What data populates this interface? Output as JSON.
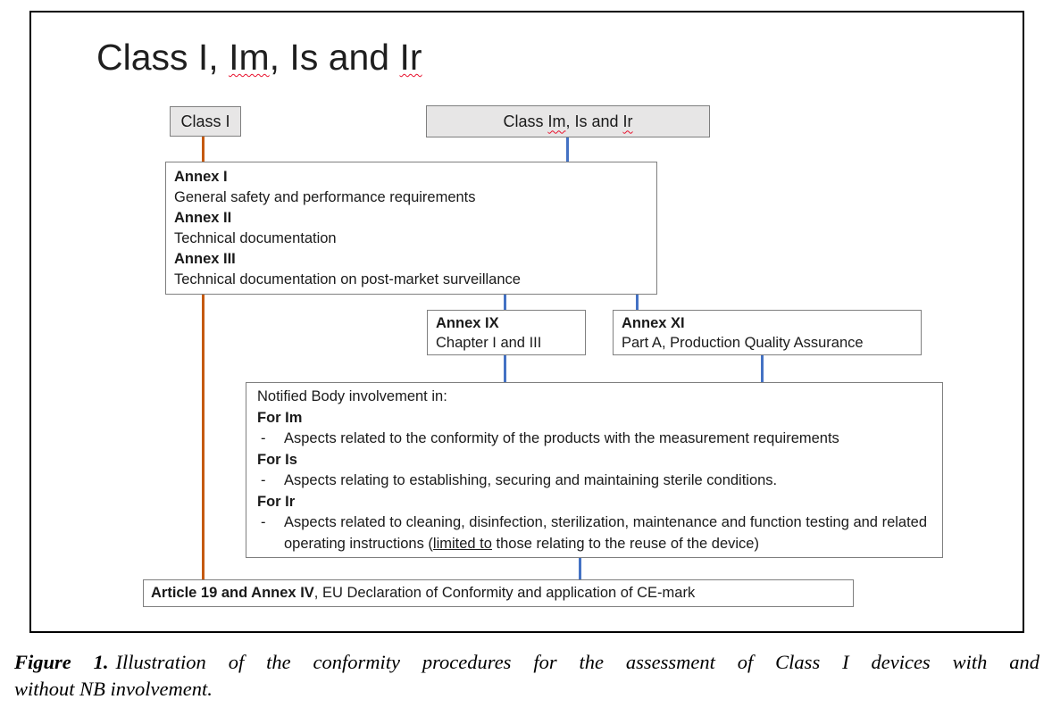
{
  "figure": {
    "title_parts": {
      "p1": "Class I, ",
      "p2": "Im",
      "p3": ", Is and ",
      "p4": "Ir"
    }
  },
  "nodes": {
    "class_i": {
      "label": "Class I"
    },
    "class_im": {
      "p1": "Class ",
      "p2": "Im",
      "p3": ", Is and ",
      "p4": "Ir"
    },
    "annex_general": {
      "entries": [
        {
          "heading": "Annex I",
          "body": "General safety and performance requirements"
        },
        {
          "heading": "Annex II",
          "body": "Technical documentation"
        },
        {
          "heading": "Annex III",
          "body": "Technical documentation on post-market surveillance"
        }
      ]
    },
    "annex_ix": {
      "heading": "Annex IX",
      "body": "Chapter I and III"
    },
    "annex_xi": {
      "heading": "Annex XI",
      "body": "Part A, Production Quality Assurance"
    },
    "notified_body": {
      "intro": "Notified Body involvement in:",
      "bullet_char": "-",
      "sections": [
        {
          "heading": "For Im",
          "text": "Aspects related to the conformity of the products with the measurement requirements"
        },
        {
          "heading": "For Is",
          "text": "Aspects relating to establishing, securing and maintaining sterile conditions."
        },
        {
          "heading": "For Ir",
          "text_pre": "Aspects related to cleaning, disinfection, sterilization, maintenance and function testing and related operating instructions (",
          "text_underlined": "limited to",
          "text_post": " those relating to the reuse of the device)"
        }
      ]
    },
    "article_19": {
      "bold": "Article 19 and Annex IV",
      "rest": ", EU Declaration of Conformity and application of CE-mark"
    }
  },
  "caption": {
    "label": "Figure 1.",
    "line1": "Illustration of the conformity procedures for the assessment of Class I devices with and",
    "line2": "without NB involvement."
  },
  "colors": {
    "connector_blue": "#4472c4",
    "connector_orange": "#c55a11",
    "header_box_fill": "#e7e6e6",
    "box_border": "#7f7f7f",
    "frame_border": "#000000",
    "spellcheck_red": "#e8112d"
  }
}
